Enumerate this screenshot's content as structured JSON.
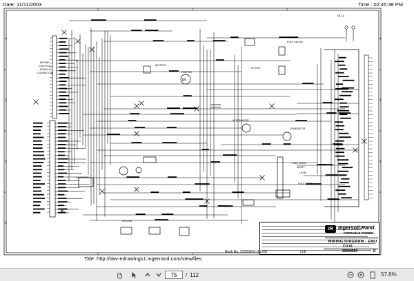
{
  "header": {
    "date": "Date: 11/11/2003",
    "time": "Time : 02:45:38 PM"
  },
  "footer": {
    "title_url": "Title: http://dav-edrawings1.ingerrand.com/viewfiles",
    "book_no": "Book No. 22205876 (11/03)",
    "sheet": "(1d)"
  },
  "title_block": {
    "logo_mark": "IR",
    "brand": "Ingersoll-Rand.",
    "division": "PORTABLE POWER",
    "drawing_title": "WIRING DIAGRAM - EMU",
    "drawing_subtitle": "CU #1",
    "drawing_number": "22094650",
    "revision": "D",
    "row_letter": "A"
  },
  "labels": {
    "l1": "ENGINE",
    "l2": "CONTROL",
    "l3": "MODULE",
    "l4": "CONNECTOR",
    "l5": "STARTER",
    "l6": "ALTERNATOR",
    "l7": "GENERATOR",
    "l8": "FUEL LEVEL",
    "l9": "FUEL GAUGE",
    "l10": "OPTION",
    "l11": "BATTERY",
    "l12": "GROUND",
    "l13": "MCI-A",
    "l14": "SHUTDOWN",
    "l15": "LEVEL",
    "l16": "ALERT"
  },
  "toolbar": {
    "page_current": "75",
    "page_sep": "/",
    "page_total": "112",
    "zoom": "57.6%"
  },
  "icons": {
    "hand": "hand-tool-icon",
    "select": "select-arrow-icon",
    "prev": "page-up-icon",
    "next": "page-down-icon",
    "zoom_out": "zoom-out-icon",
    "zoom_in": "zoom-in-icon",
    "fit": "fit-page-icon"
  }
}
